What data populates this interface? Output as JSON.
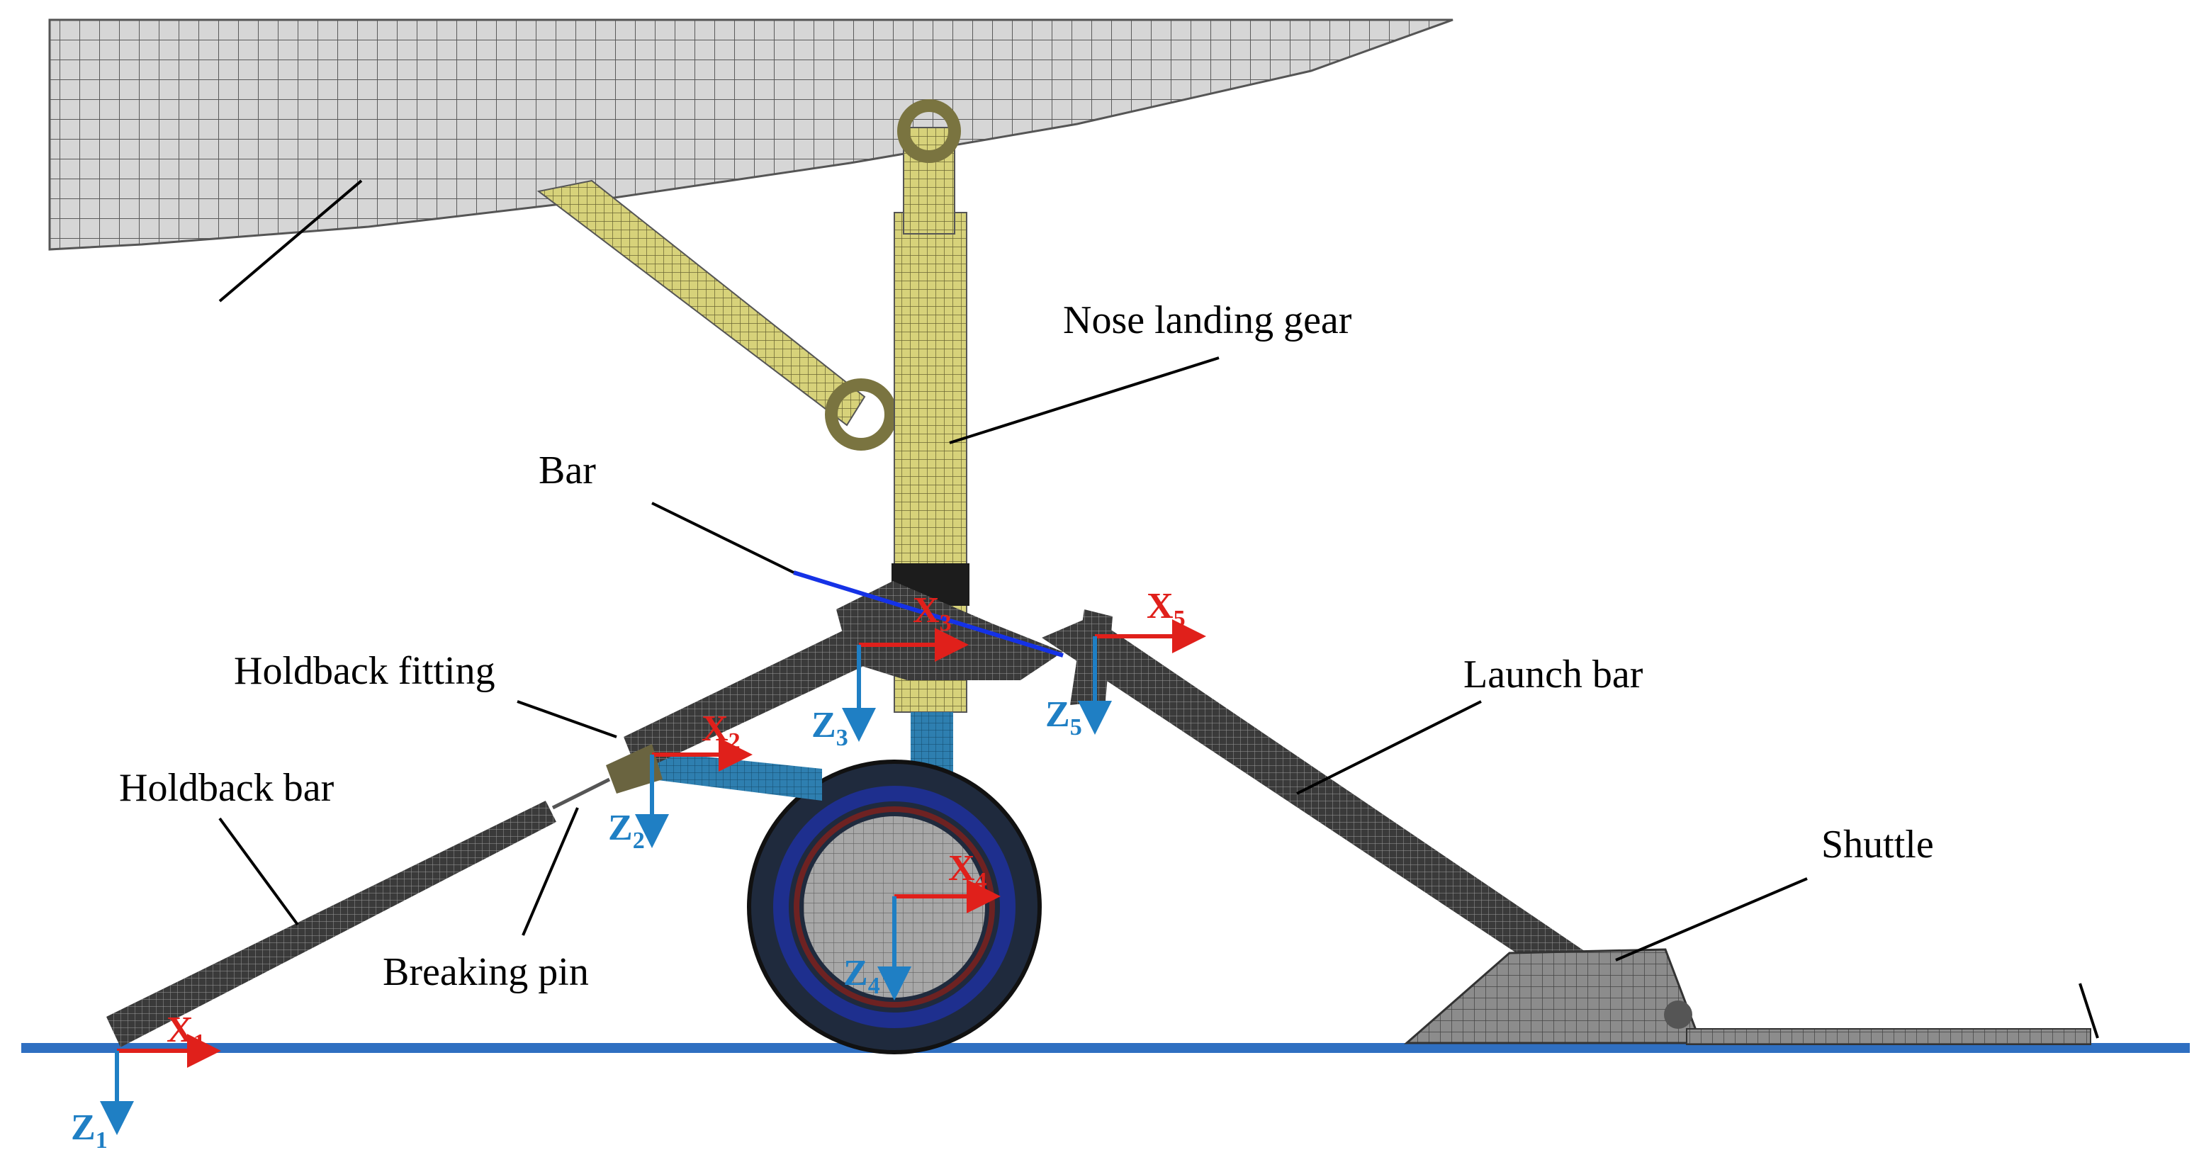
{
  "labels": {
    "nose_landing_gear": "Nose landing gear",
    "bar": "Bar",
    "holdback_fitting": "Holdback fitting",
    "holdback_bar": "Holdback bar",
    "breaking_pin": "Breaking pin",
    "launch_bar": "Launch bar",
    "shuttle": "Shuttle"
  },
  "axes": {
    "x_prefix": "X",
    "z_prefix": "Z",
    "frames": [
      "1",
      "2",
      "3",
      "4",
      "5"
    ]
  },
  "colors": {
    "x_axis": "#e0201b",
    "z_axis": "#1f7fc4",
    "deck": "#2f6fc1",
    "fuselage": "#d4d4d4",
    "strut": "#c9c46e",
    "dark_mesh": "#3c3c3c",
    "tire": "#1f2a3d",
    "rim": "#1e2f8e",
    "hub": "#8a8a8a",
    "bar": "#1532e6"
  }
}
